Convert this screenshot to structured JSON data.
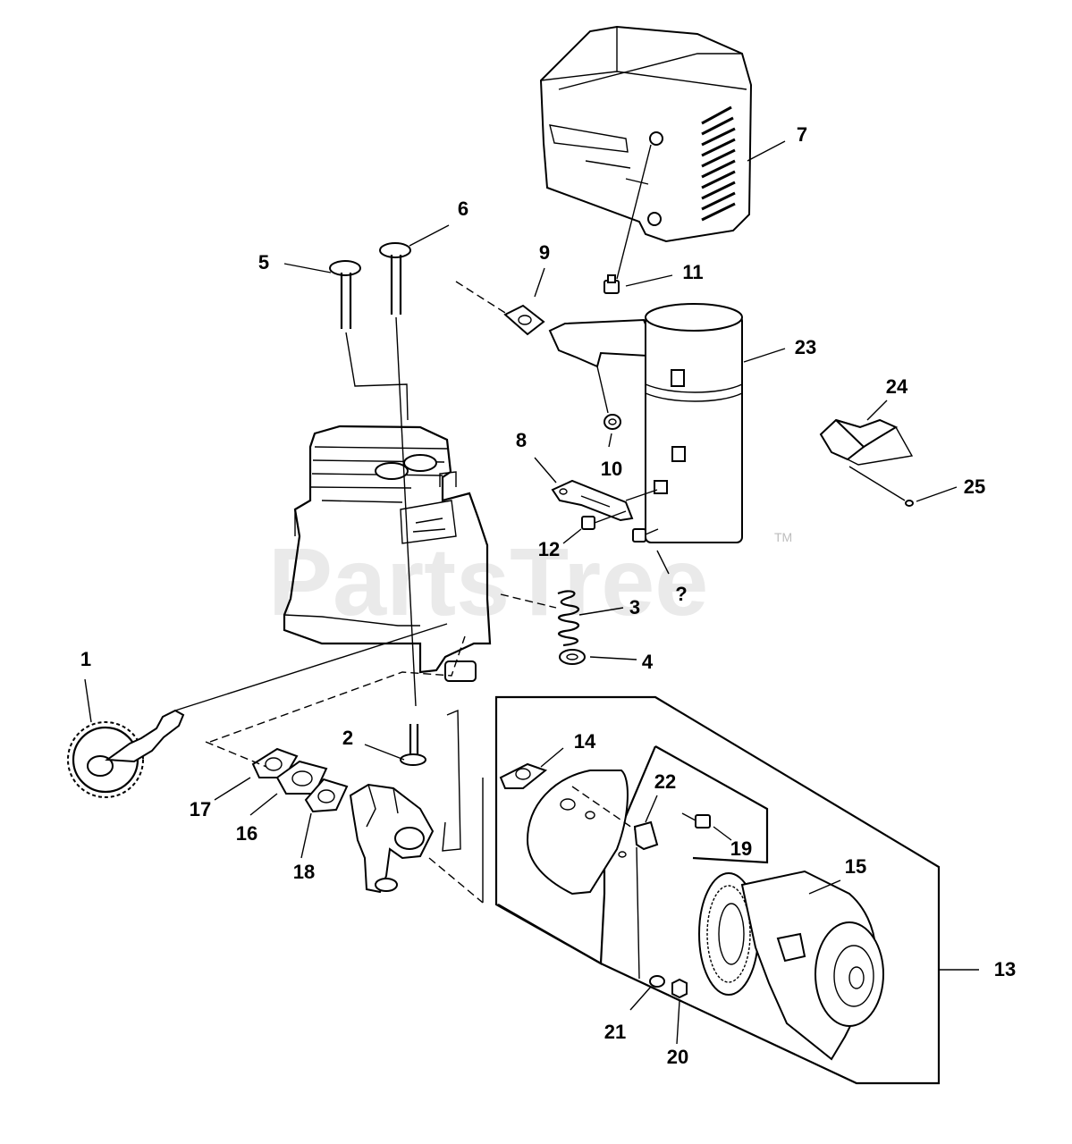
{
  "watermark": {
    "text": "PartsTree",
    "trademark": "TM"
  },
  "callouts": [
    {
      "id": "c1",
      "text": "1"
    },
    {
      "id": "c2",
      "text": "2"
    },
    {
      "id": "c3",
      "text": "3"
    },
    {
      "id": "c4",
      "text": "4"
    },
    {
      "id": "c5",
      "text": "5"
    },
    {
      "id": "c6",
      "text": "6"
    },
    {
      "id": "c7",
      "text": "7"
    },
    {
      "id": "c8",
      "text": "8"
    },
    {
      "id": "c9",
      "text": "9"
    },
    {
      "id": "c10",
      "text": "10"
    },
    {
      "id": "c11",
      "text": "11"
    },
    {
      "id": "c12",
      "text": "12"
    },
    {
      "id": "c13",
      "text": "13"
    },
    {
      "id": "c14",
      "text": "14"
    },
    {
      "id": "c15",
      "text": "15"
    },
    {
      "id": "c16",
      "text": "16"
    },
    {
      "id": "c17",
      "text": "17"
    },
    {
      "id": "c18",
      "text": "18"
    },
    {
      "id": "c19",
      "text": "19"
    },
    {
      "id": "c20",
      "text": "20"
    },
    {
      "id": "c21",
      "text": "21"
    },
    {
      "id": "c22",
      "text": "22"
    },
    {
      "id": "c23",
      "text": "23"
    },
    {
      "id": "c24",
      "text": "24"
    },
    {
      "id": "c25",
      "text": "25"
    },
    {
      "id": "cq",
      "text": "?"
    }
  ],
  "colors": {
    "ink": "#000000",
    "paper": "#ffffff",
    "watermark": "#d8d8d8"
  }
}
